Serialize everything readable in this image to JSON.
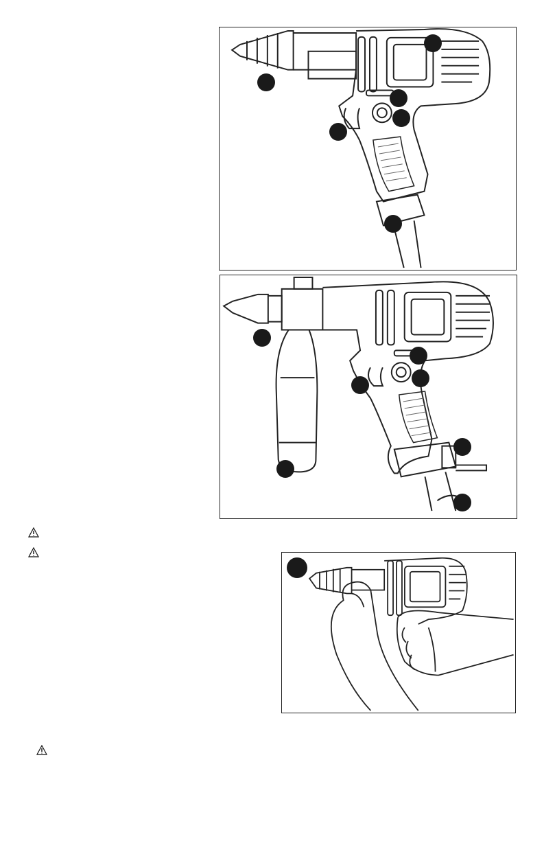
{
  "figures": [
    {
      "id": "figure-drill-side-view",
      "callouts": 6
    },
    {
      "id": "figure-drill-with-side-handle",
      "callouts": 7
    },
    {
      "id": "figure-hands-holding-drill",
      "callouts": 1
    }
  ],
  "icons": {
    "warning": "warning-triangle-icon"
  },
  "colors": {
    "line": "#222222",
    "callout": "#1a1a1a",
    "grip": "#666666"
  }
}
